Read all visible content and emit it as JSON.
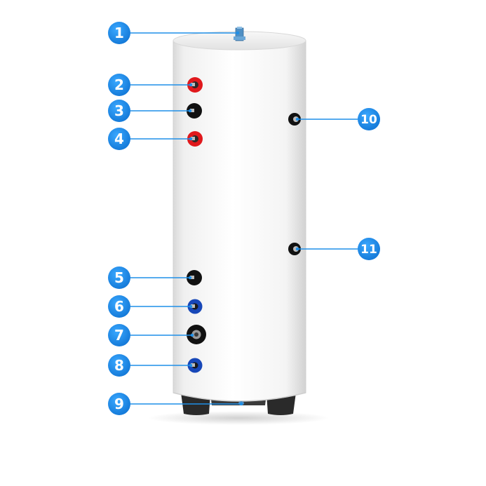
{
  "diagram": {
    "subject": "hot water storage cylinder",
    "accent_color": "#1e8fe8",
    "callouts": [
      {
        "number": "1",
        "icon": "top-connection-icon",
        "color": "#5a9fd1"
      },
      {
        "number": "2",
        "icon": "red-pipe-connection-icon",
        "color": "#e0181c"
      },
      {
        "number": "3",
        "icon": "black-pipe-connection-icon",
        "color": "#111111"
      },
      {
        "number": "4",
        "icon": "red-pipe-connection-icon",
        "color": "#e0181c"
      },
      {
        "number": "5",
        "icon": "black-pipe-connection-icon",
        "color": "#111111"
      },
      {
        "number": "6",
        "icon": "blue-pipe-connection-icon",
        "color": "#1747b8"
      },
      {
        "number": "7",
        "icon": "large-black-connection-icon",
        "color": "#111111"
      },
      {
        "number": "8",
        "icon": "blue-pipe-connection-icon",
        "color": "#1747b8"
      },
      {
        "number": "9",
        "icon": "bottom-drain-icon",
        "color": "#5a9fd1"
      },
      {
        "number": "10",
        "icon": "sensor-port-icon",
        "color": "#111111"
      },
      {
        "number": "11",
        "icon": "sensor-port-icon",
        "color": "#111111"
      }
    ]
  }
}
